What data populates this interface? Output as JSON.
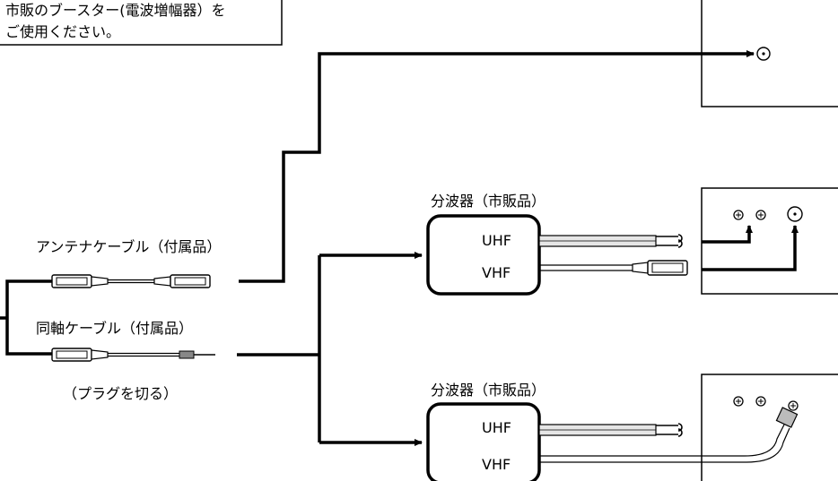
{
  "note": {
    "line1": "市販のブースター(電波増幅器）を",
    "line2": "ご使用ください。"
  },
  "labels": {
    "antenna_cable": "アンテナケーブル（付属品）",
    "coax_cable": "同軸ケーブル（付属品）",
    "cut_plug": "（プラグを切る）",
    "splitter1_title": "分波器（市販品）",
    "splitter2_title": "分波器（市販品）",
    "uhf1": "UHF",
    "vhf1": "VHF",
    "uhf2": "UHF",
    "vhf2": "VHF"
  },
  "icons": {
    "terminal": "screw-terminal-icon",
    "coax_jack": "coax-jack-icon"
  }
}
